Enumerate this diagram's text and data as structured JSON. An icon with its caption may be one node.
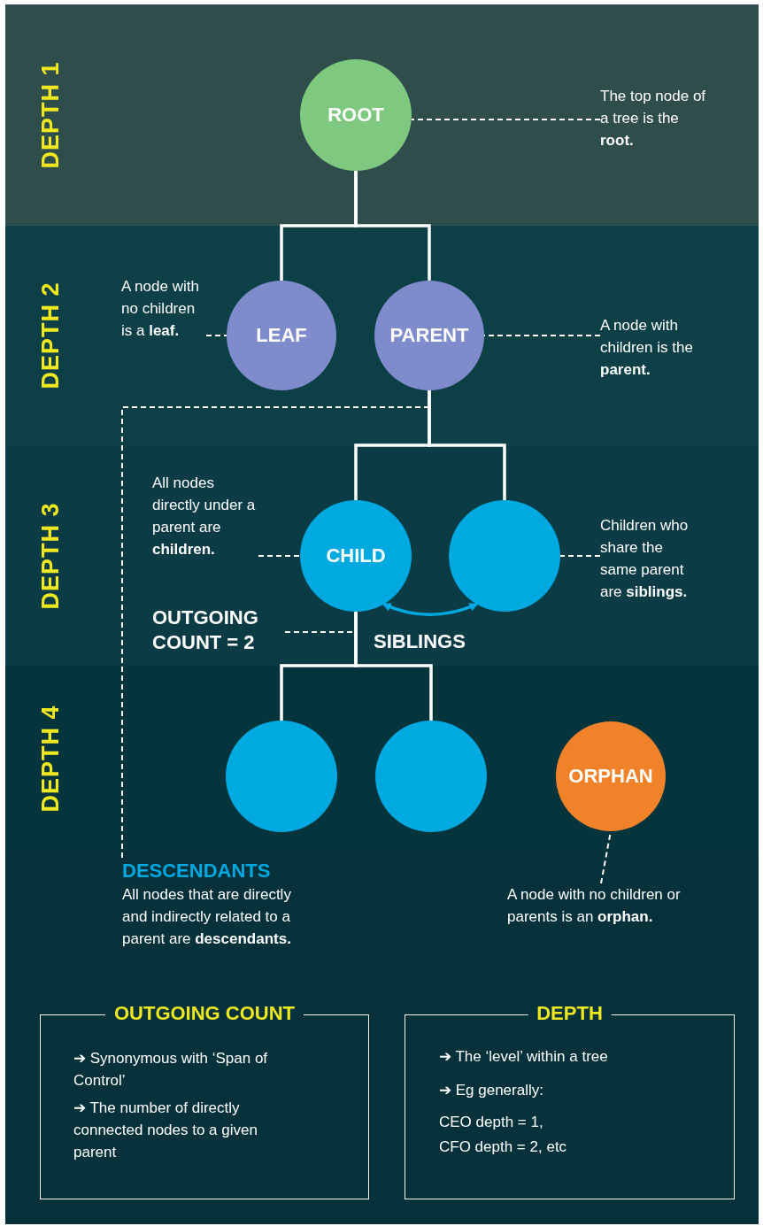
{
  "diagram": {
    "nodes": [
      {
        "text": [
          "DEPTH 1"
        ]
      },
      {
        "text": [
          "ROOT"
        ],
        "in": 0
      },
      {
        "text": [
          "The top node of a tree is the **root.**"
        ],
        "in": 0
      },
      {
        "text": [
          "DEPTH 2"
        ]
      },
      {
        "text": [
          "A node with no children is a **leaf.**"
        ],
        "in": 3
      },
      {
        "text": [
          "LEAF"
        ],
        "in": 3
      },
      {
        "text": [
          "PARENT"
        ],
        "in": 3
      },
      {
        "text": [
          "A node with children is the **parent.**"
        ],
        "in": 3
      },
      {
        "text": [
          "DEPTH 3"
        ]
      },
      {
        "text": [
          "All nodes directly under a parent are **children.**"
        ],
        "in": 8
      },
      {
        "text": [
          "CHILD"
        ],
        "in": 8
      },
      {
        "text": [],
        "shape": "circle",
        "in": 8
      },
      {
        "text": [
          "Children who share the same parent are **siblings.**"
        ],
        "in": 8
      },
      {
        "text": [
          "OUTGOING COUNT = 2"
        ],
        "in": 8
      },
      {
        "text": [
          "DEPTH 4"
        ]
      },
      {
        "text": [],
        "shape": "circle",
        "in": 14
      },
      {
        "text": [],
        "shape": "circle",
        "in": 14
      },
      {
        "text": [
          "ORPHAN"
        ],
        "in": 14
      },
      {
        "text": [
          "DESCENDANTS",
          "All nodes that are directly and indirectly related to a parent are **descendants.**"
        ]
      },
      {
        "text": [
          "A node with no children or parents is an **orphan.**"
        ]
      },
      {
        "text": [
          "OUTGOING COUNT",
          "➔ Synonymous with ‘Span of Control’",
          "➔ The number of directly connected nodes to a given parent"
        ]
      },
      {
        "text": [
          "DEPTH",
          "➔ The ‘level’ within a tree",
          "➔ Eg generally:",
          "CEO depth = 1,",
          "CFO depth = 2, etc"
        ]
      }
    ],
    "edges": [
      {
        "from": 1,
        "to": 5,
        "arrow": "none"
      },
      {
        "from": 1,
        "to": 6,
        "arrow": "none"
      },
      {
        "from": 6,
        "to": 10,
        "arrow": "none"
      },
      {
        "from": 6,
        "to": 11,
        "arrow": "none"
      },
      {
        "from": 10,
        "to": 15,
        "arrow": "none"
      },
      {
        "from": 10,
        "to": 16,
        "arrow": "none"
      },
      {
        "from": 2,
        "to": 1,
        "arrow": "none",
        "style": "dashed"
      },
      {
        "from": 4,
        "to": 5,
        "arrow": "none",
        "style": "dashed"
      },
      {
        "from": 7,
        "to": 6,
        "arrow": "none",
        "style": "dashed"
      },
      {
        "from": 9,
        "to": 10,
        "arrow": "none",
        "style": "dashed"
      },
      {
        "from": 12,
        "to": 11,
        "arrow": "none",
        "style": "dashed"
      },
      {
        "from": 13,
        "to": null,
        "arrow": "none",
        "style": "dashed"
      },
      {
        "from": 10,
        "to": 11,
        "arrow": "both",
        "label": "SIBLINGS",
        "color": "#00a9e0"
      },
      {
        "from": null,
        "to": 18,
        "arrow": "none",
        "style": "dashed"
      },
      {
        "from": 19,
        "to": 17,
        "arrow": "none",
        "style": "dashed"
      }
    ]
  }
}
